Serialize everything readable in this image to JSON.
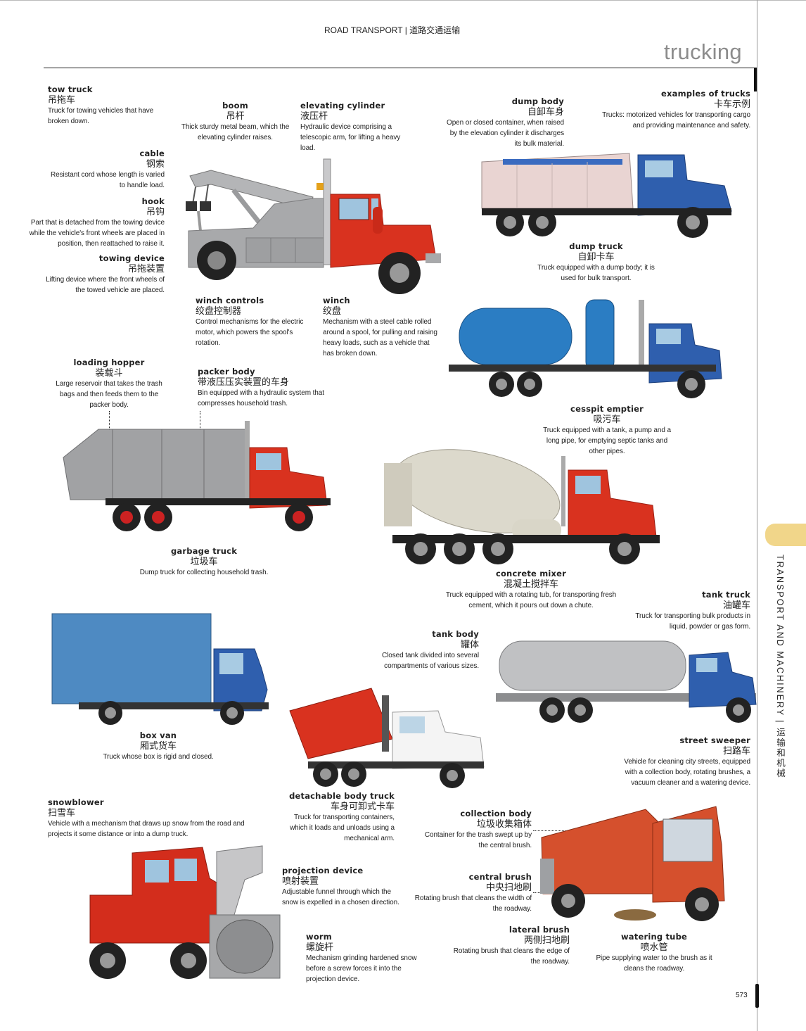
{
  "header": {
    "section": "ROAD TRANSPORT | 道路交通运输",
    "title": "trucking"
  },
  "side_tab": {
    "label": "TRANSPORT AND MACHINERY | 运输和机械",
    "color": "#f1d68a"
  },
  "page_number": "573",
  "colors": {
    "truck_red": "#d9321f",
    "truck_blue": "#2f5fae",
    "gray_body": "#a8a9ab",
    "tab_yellow": "#f1d68a",
    "title_gray": "#8c8c8c"
  },
  "labels": {
    "tow_truck": {
      "en": "tow truck",
      "zh": "吊拖车",
      "desc": "Truck for towing vehicles that have broken down."
    },
    "boom": {
      "en": "boom",
      "zh": "吊杆",
      "desc": "Thick sturdy metal beam, which the elevating cylinder raises."
    },
    "elevating_cylinder": {
      "en": "elevating cylinder",
      "zh": "液压杆",
      "desc": "Hydraulic device comprising a telescopic arm, for lifting a heavy load."
    },
    "cable": {
      "en": "cable",
      "zh": "钢索",
      "desc": "Resistant cord whose length is varied to handle load."
    },
    "hook": {
      "en": "hook",
      "zh": "吊钩",
      "desc": "Part that is detached from the towing device while the vehicle's front wheels are placed in position, then reattached to raise it."
    },
    "towing_device": {
      "en": "towing device",
      "zh": "吊拖装置",
      "desc": "Lifting device where the front wheels of the towed vehicle are placed."
    },
    "winch_controls": {
      "en": "winch controls",
      "zh": "绞盘控制器",
      "desc": "Control mechanisms for the electric motor, which powers the spool's rotation."
    },
    "winch": {
      "en": "winch",
      "zh": "绞盘",
      "desc": "Mechanism with a steel cable rolled around a spool, for pulling and raising heavy loads, such as a vehicle that has broken down."
    },
    "dump_body": {
      "en": "dump body",
      "zh": "自卸车身",
      "desc": "Open or closed container, when raised by the elevation cylinder it discharges its bulk material."
    },
    "examples_of_trucks": {
      "en": "examples of trucks",
      "zh": "卡车示例",
      "desc": "Trucks: motorized vehicles for transporting cargo and providing maintenance and safety."
    },
    "dump_truck": {
      "en": "dump truck",
      "zh": "自卸卡车",
      "desc": "Truck equipped with a dump body; it is used for bulk transport."
    },
    "loading_hopper": {
      "en": "loading hopper",
      "zh": "装载斗",
      "desc": "Large reservoir that takes the trash bags and then feeds them to the packer body."
    },
    "packer_body": {
      "en": "packer body",
      "zh": "带液压压实装置的车身",
      "desc": "Bin equipped with a hydraulic system that compresses household trash."
    },
    "cesspit_emptier": {
      "en": "cesspit emptier",
      "zh": "吸污车",
      "desc": "Truck equipped with a tank, a pump and a long pipe, for emptying septic tanks and other pipes."
    },
    "garbage_truck": {
      "en": "garbage truck",
      "zh": "垃圾车",
      "desc": "Dump truck for collecting household trash."
    },
    "concrete_mixer": {
      "en": "concrete mixer",
      "zh": "混凝土搅拌车",
      "desc": "Truck equipped with a rotating tub, for transporting fresh cement, which it pours out down a chute."
    },
    "tank_truck": {
      "en": "tank truck",
      "zh": "油罐车",
      "desc": "Truck for transporting bulk products in liquid, powder or gas form."
    },
    "tank_body": {
      "en": "tank body",
      "zh": "罐体",
      "desc": "Closed tank divided into several compartments of various sizes."
    },
    "box_van": {
      "en": "box van",
      "zh": "厢式货车",
      "desc": "Truck whose box is rigid and closed."
    },
    "street_sweeper": {
      "en": "street sweeper",
      "zh": "扫路车",
      "desc": "Vehicle for cleaning city streets, equipped with a collection body, rotating brushes, a vacuum cleaner and a watering device."
    },
    "detachable_body_truck": {
      "en": "detachable body truck",
      "zh": "车身可卸式卡车",
      "desc": "Truck for transporting containers, which it loads and unloads using a mechanical arm."
    },
    "snowblower": {
      "en": "snowblower",
      "zh": "扫雪车",
      "desc": "Vehicle with a mechanism that draws up snow from the road and projects it some distance or into a dump truck."
    },
    "projection_device": {
      "en": "projection device",
      "zh": "喷射装置",
      "desc": "Adjustable funnel through which the snow is expelled in a chosen direction."
    },
    "worm": {
      "en": "worm",
      "zh": "螺旋杆",
      "desc": "Mechanism grinding hardened snow before a screw forces it into the projection device."
    },
    "collection_body": {
      "en": "collection body",
      "zh": "垃圾收集箱体",
      "desc": "Container for the trash swept up by the central brush."
    },
    "central_brush": {
      "en": "central brush",
      "zh": "中央扫地刷",
      "desc": "Rotating brush that cleans the width of the roadway."
    },
    "lateral_brush": {
      "en": "lateral brush",
      "zh": "两侧扫地刷",
      "desc": "Rotating brush that cleans the edge of the roadway."
    },
    "watering_tube": {
      "en": "watering tube",
      "zh": "喷水管",
      "desc": "Pipe supplying water to the brush as it cleans the roadway."
    }
  }
}
